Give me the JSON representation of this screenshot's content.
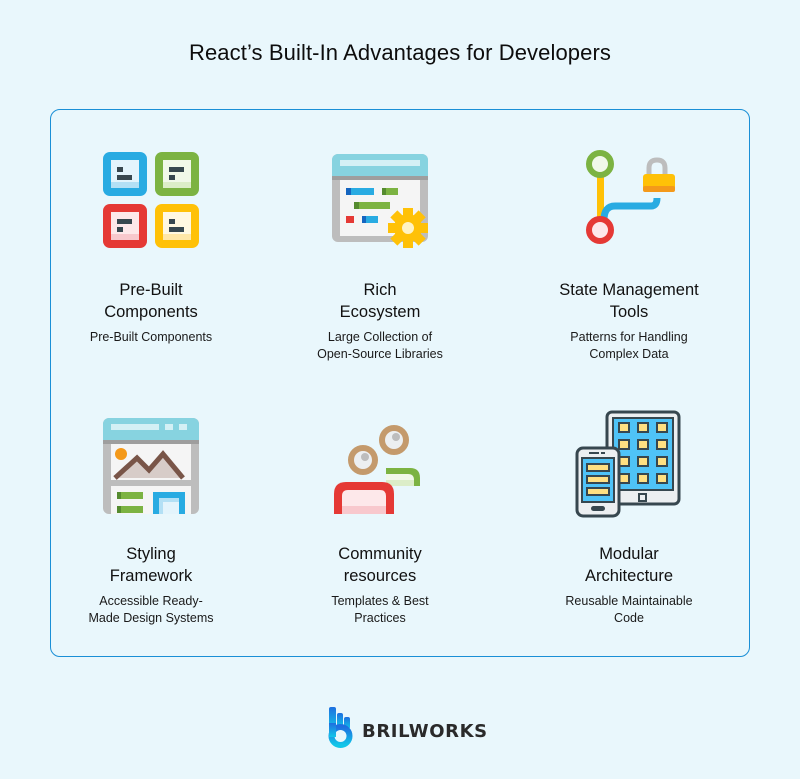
{
  "header": {
    "title": "React’s Built-In Advantages for Developers"
  },
  "features": [
    {
      "icon": "components-grid-icon",
      "title": "Pre-Built\nComponents",
      "description": "Pre-Built Components"
    },
    {
      "icon": "ecosystem-window-gear-icon",
      "title": "Rich\nEcosystem",
      "description": "Large Collection of\nOpen-Source Libraries"
    },
    {
      "icon": "state-flow-lock-icon",
      "title": "State Management\nTools",
      "description": "Patterns for Handling\nComplex Data"
    },
    {
      "icon": "styling-layout-icon",
      "title": "Styling\nFramework",
      "description": "Accessible Ready-\nMade Design Systems"
    },
    {
      "icon": "community-users-icon",
      "title": "Community\nresources",
      "description": "Templates & Best\nPractices"
    },
    {
      "icon": "modular-devices-icon",
      "title": "Modular\nArchitecture",
      "description": "Reusable Maintainable\nCode"
    }
  ],
  "footer": {
    "brand": "BRILWORKS"
  },
  "colors": {
    "background": "#e9f7fc",
    "card_border": "#1a8fd6",
    "blue": "#29abe2",
    "green": "#7cb342",
    "red": "#e53935",
    "yellow": "#ffc107",
    "brown": "#c49a6c"
  }
}
